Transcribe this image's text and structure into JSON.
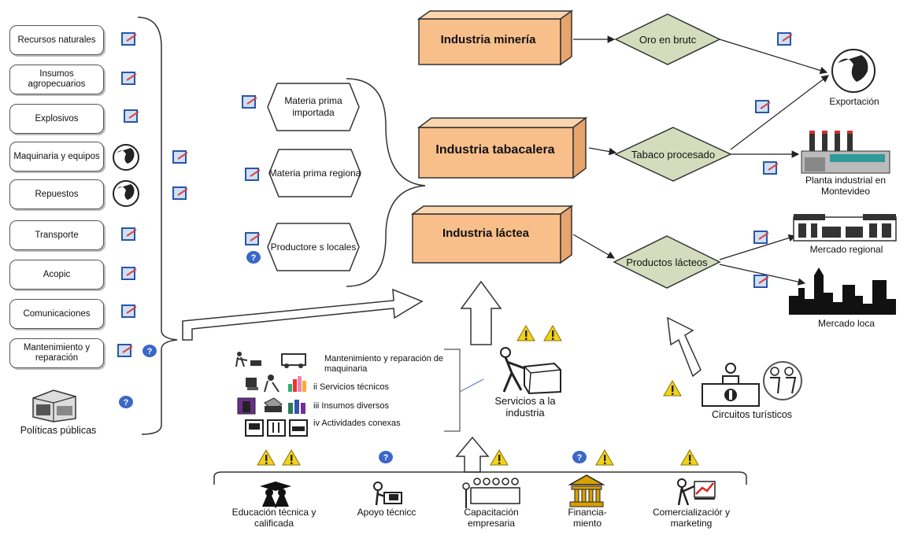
{
  "inputs": [
    "Recursos naturales",
    "Insumos agropecuarios",
    "Explosivos",
    "Maquinaria y equipos",
    "Repuestos",
    "Transporte",
    "Acopic",
    "Comunicaciones",
    "Mantenimiento y reparación"
  ],
  "politicas": "Políticas públicas",
  "materias": [
    "Materia prima importada",
    "Materia prima regiona",
    "Productore s locales"
  ],
  "industries": [
    "Industria minería",
    "Industria tabacalera",
    "Industria láctea"
  ],
  "products": [
    "Oro en brutc",
    "Tabaco procesado",
    "Productos lácteos"
  ],
  "destinations": {
    "export": "Exportación",
    "planta": "Planta industrial en Montevideo",
    "regional": "Mercado regional",
    "local": "Mercado loca"
  },
  "services": {
    "items": [
      "Mantenimiento y reparación de maquinaria",
      "ii Servicios técnicos",
      "iii Insumos diversos",
      "iv Actividades conexas"
    ],
    "label": "Servicios a la industria"
  },
  "tourism": "Circuitos turísticos",
  "support": [
    "Educación técnica y calificada",
    "Apoyo técnicc",
    "Capacitación empresaria",
    "Financia-miento",
    "Comercializaciór y marketing"
  ],
  "colors": {
    "industry_fill": "#f8bf8b",
    "industry_side": "#e7a46c",
    "diamond_fill": "#d5dcbd",
    "line": "#2b2b2b"
  }
}
